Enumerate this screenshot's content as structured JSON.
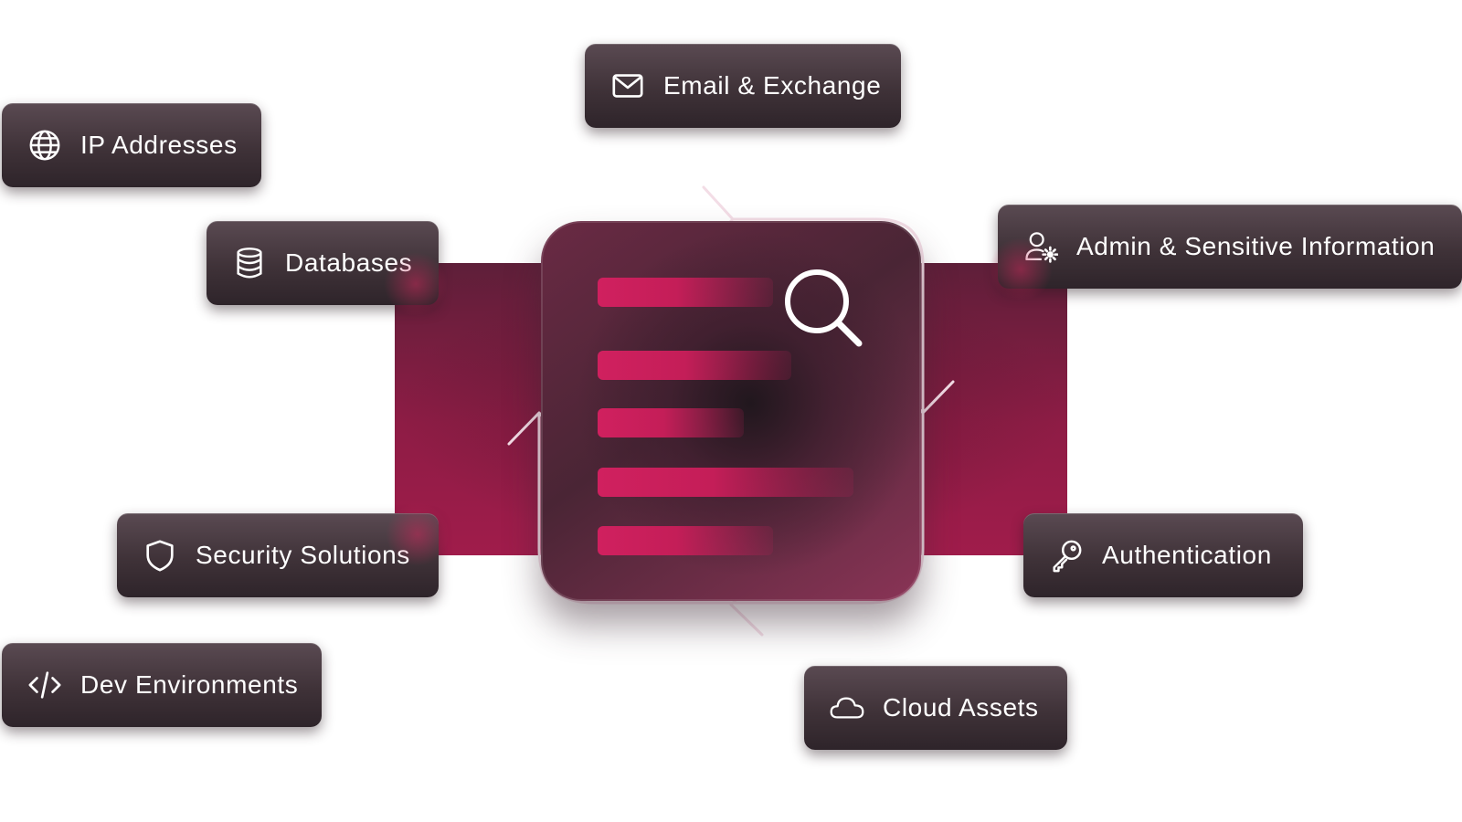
{
  "center": {
    "icon": "search-icon",
    "document_lines": 5
  },
  "tags": [
    {
      "id": "email",
      "icon": "envelope-icon",
      "label": "Email & Exchange"
    },
    {
      "id": "ip",
      "icon": "globe-icon",
      "label": "IP Addresses"
    },
    {
      "id": "db",
      "icon": "database-icon",
      "label": "Databases"
    },
    {
      "id": "admin",
      "icon": "user-gear-icon",
      "label": "Admin & Sensitive Information"
    },
    {
      "id": "security",
      "icon": "shield-icon",
      "label": "Security Solutions"
    },
    {
      "id": "auth",
      "icon": "key-icon",
      "label": "Authentication"
    },
    {
      "id": "dev",
      "icon": "code-icon",
      "label": "Dev Environments"
    },
    {
      "id": "cloud",
      "icon": "cloud-icon",
      "label": "Cloud Assets"
    }
  ],
  "colors": {
    "accent": "#c41e58",
    "tag_bg": "#3f3238",
    "text": "#ffffff"
  }
}
